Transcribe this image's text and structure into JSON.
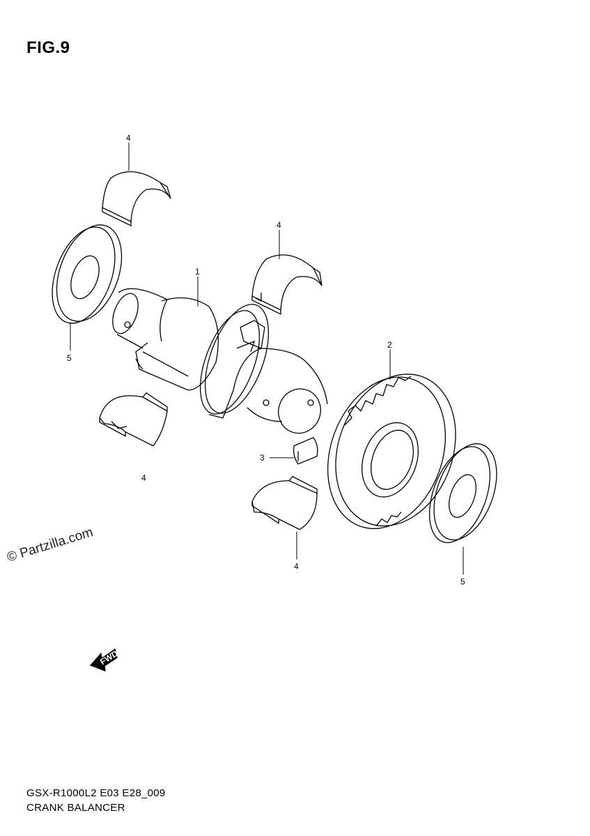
{
  "figure": {
    "title": "FIG.9"
  },
  "callouts": [
    {
      "id": "c4a",
      "number": "4",
      "part": "bearing shell"
    },
    {
      "id": "c4b",
      "number": "4",
      "part": "bearing shell"
    },
    {
      "id": "c1",
      "number": "1",
      "part": "balancer shaft"
    },
    {
      "id": "c5a",
      "number": "5",
      "part": "washer"
    },
    {
      "id": "c2",
      "number": "2",
      "part": "balancer gear"
    },
    {
      "id": "c3",
      "number": "3",
      "part": "key"
    },
    {
      "id": "c4c",
      "number": "4",
      "part": "bearing shell"
    },
    {
      "id": "c4d",
      "number": "4",
      "part": "bearing shell"
    },
    {
      "id": "c5b",
      "number": "5",
      "part": "washer"
    }
  ],
  "watermark": "© Partzilla.com",
  "fwd_label": "FWD",
  "footer": {
    "code": "GSX-R1000L2 E03 E28_009",
    "title": "CRANK BALANCER"
  }
}
